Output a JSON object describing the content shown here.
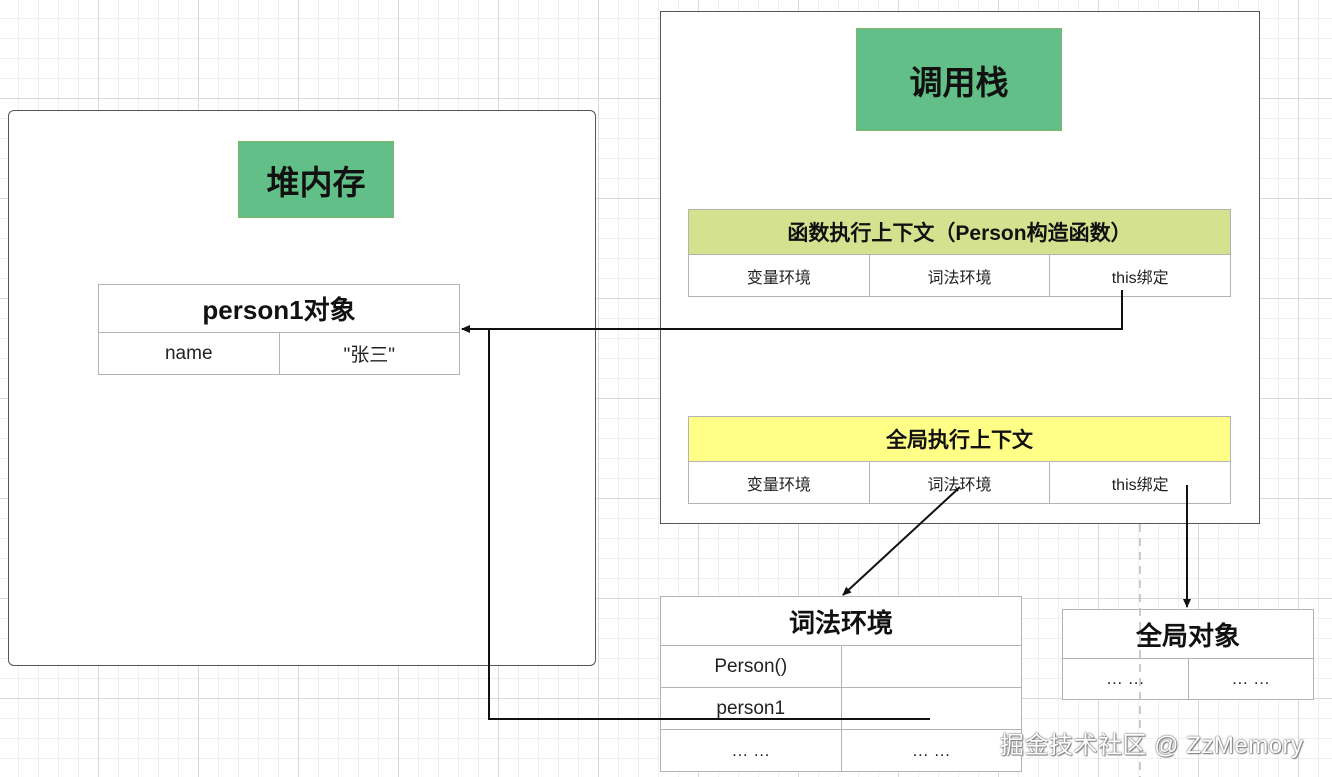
{
  "heap": {
    "title": "堆内存",
    "person1": {
      "title": "person1对象",
      "key": "name",
      "value": "\"张三\""
    }
  },
  "call_stack": {
    "title": "调用栈",
    "function_context": {
      "title": "函数执行上下文（Person构造函数）",
      "cells": [
        "变量环境",
        "词法环境",
        "this绑定"
      ]
    },
    "global_context": {
      "title": "全局执行上下文",
      "cells": [
        "变量环境",
        "词法环境",
        "this绑定"
      ]
    }
  },
  "lexical_env": {
    "title": "词法环境",
    "rows": [
      [
        "Person()",
        ""
      ],
      [
        "person1",
        ""
      ],
      [
        "… …",
        "… …"
      ]
    ]
  },
  "global_object": {
    "title": "全局对象",
    "cells": [
      "… …",
      "… …"
    ]
  },
  "watermark": "掘金技术社区 @ ZzMemory",
  "colors": {
    "title_green": "#62bf87",
    "function_ctx_header": "#d4e28f",
    "global_ctx_header": "#ffff88",
    "border": "#b3b3b3"
  }
}
